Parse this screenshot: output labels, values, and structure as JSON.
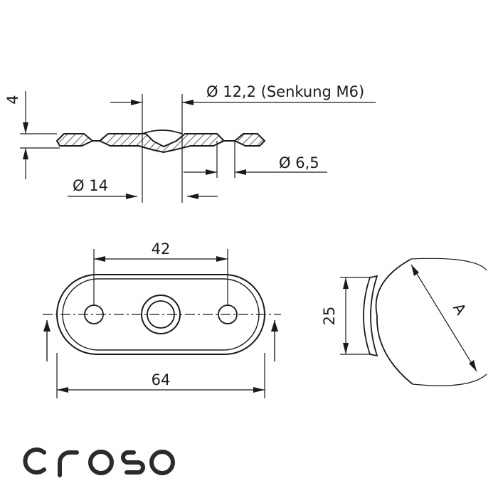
{
  "drawing": {
    "section_view": {
      "thickness": "4",
      "countersink": "Ø 12,2 (Senkung M6)",
      "hole_small": "Ø 6,5",
      "diameter_outer": "Ø 14"
    },
    "top_view": {
      "hole_spacing": "42",
      "overall_length": "64"
    },
    "side_view": {
      "height": "25",
      "radius_label": "A"
    }
  },
  "logo": {
    "text": "croso",
    "color": "#2b2b2b"
  }
}
